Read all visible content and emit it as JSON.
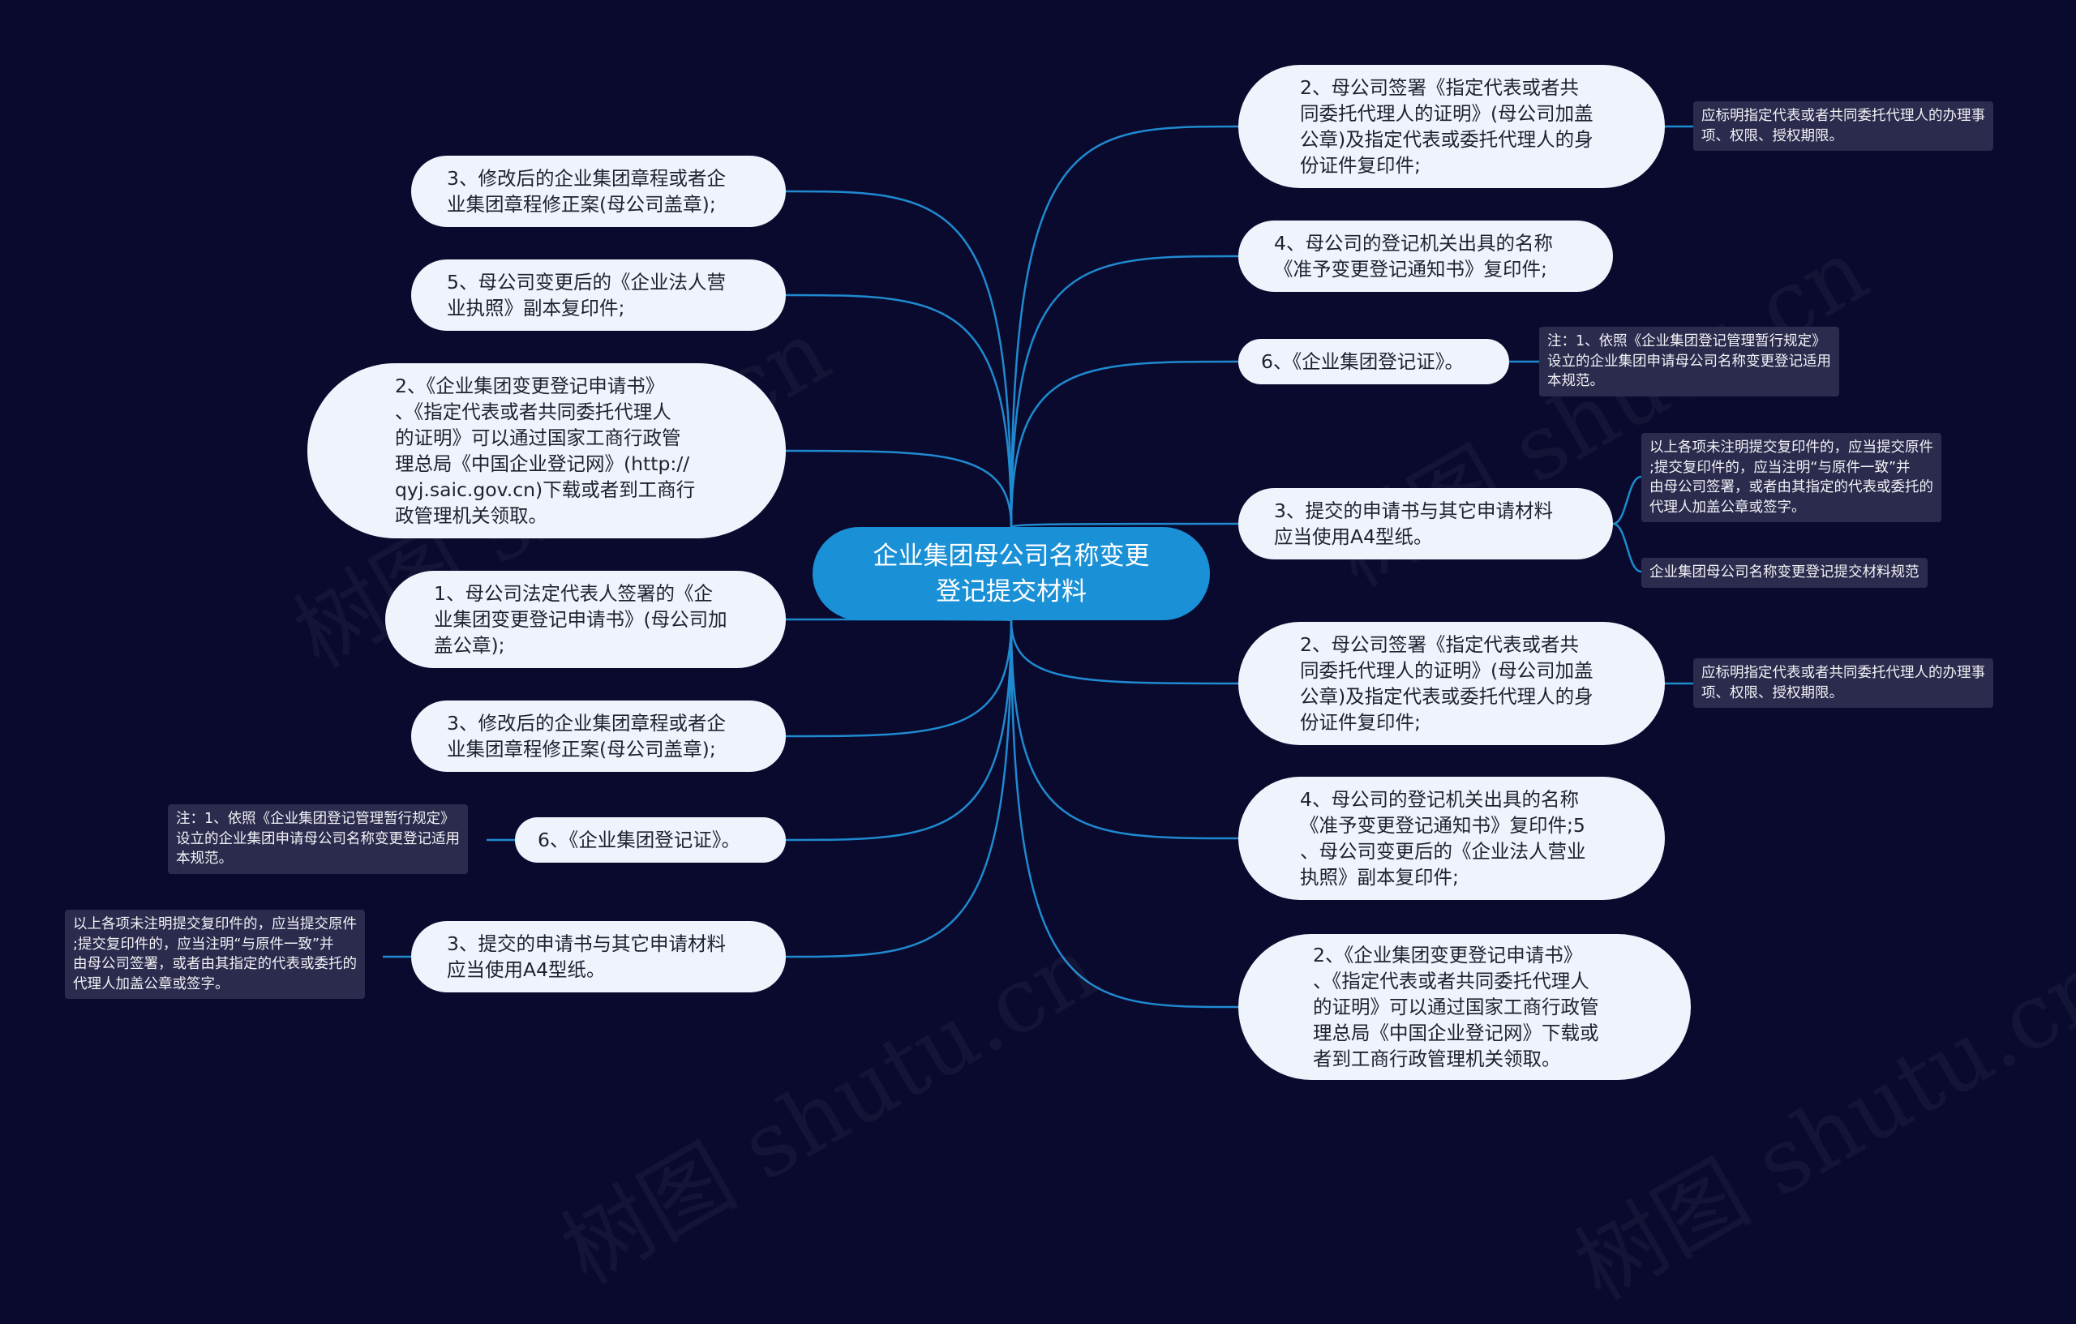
{
  "colors": {
    "background": "#0a0a2e",
    "root_fill": "#1a90d6",
    "node_fill": "#eef3fc",
    "note_fill": "#2b2b4e",
    "connector": "#1f8ad0"
  },
  "watermark": "树图 shutu.cn",
  "root": {
    "lines": [
      "企业集团母公司名称变更",
      "登记提交材料"
    ]
  },
  "right_nodes": [
    {
      "lines": [
        "2、母公司签署《指定代表或者共",
        "同委托代理人的证明》(母公司加盖",
        "公章)及指定代表或委托代理人的身",
        "份证件复印件;"
      ]
    },
    {
      "lines": [
        "4、母公司的登记机关出具的名称",
        "《准予变更登记通知书》复印件;"
      ]
    },
    {
      "lines": [
        "6、《企业集团登记证》。"
      ]
    },
    {
      "lines": [
        "3、提交的申请书与其它申请材料",
        "应当使用A4型纸。"
      ]
    },
    {
      "lines": [
        "2、母公司签署《指定代表或者共",
        "同委托代理人的证明》(母公司加盖",
        "公章)及指定代表或委托代理人的身",
        "份证件复印件;"
      ]
    },
    {
      "lines": [
        "4、母公司的登记机关出具的名称",
        "《准予变更登记通知书》复印件;5",
        "、母公司变更后的《企业法人营业",
        "执照》副本复印件;"
      ]
    },
    {
      "lines": [
        "2、《企业集团变更登记申请书》",
        "、《指定代表或者共同委托代理人",
        "的证明》可以通过国家工商行政管",
        "理总局《中国企业登记网》下载或",
        "者到工商行政管理机关领取。"
      ]
    }
  ],
  "left_nodes": [
    {
      "lines": [
        "3、修改后的企业集团章程或者企",
        "业集团章程修正案(母公司盖章);"
      ]
    },
    {
      "lines": [
        "5、母公司变更后的《企业法人营",
        "业执照》副本复印件;"
      ]
    },
    {
      "lines": [
        "2、《企业集团变更登记申请书》",
        "、《指定代表或者共同委托代理人",
        "的证明》可以通过国家工商行政管",
        "理总局《中国企业登记网》(http://",
        "qyj.saic.gov.cn)下载或者到工商行",
        "政管理机关领取。"
      ]
    },
    {
      "lines": [
        "1、母公司法定代表人签署的《企",
        "业集团变更登记申请书》(母公司加",
        "盖公章);"
      ]
    },
    {
      "lines": [
        "3、修改后的企业集团章程或者企",
        "业集团章程修正案(母公司盖章);"
      ]
    },
    {
      "lines": [
        "6、《企业集团登记证》。"
      ]
    },
    {
      "lines": [
        "3、提交的申请书与其它申请材料",
        "应当使用A4型纸。"
      ]
    }
  ],
  "notes": [
    {
      "lines": [
        "应标明指定代表或者共同委托代理人的办理事",
        "项、权限、授权期限。"
      ]
    },
    {
      "lines": [
        "注：1、依照《企业集团登记管理暂行规定》",
        "设立的企业集团申请母公司名称变更登记适用",
        "本规范。"
      ]
    },
    {
      "lines": [
        "以上各项未注明提交复印件的，应当提交原件",
        ";提交复印件的，应当注明“与原件一致”并",
        "由母公司签署，或者由其指定的代表或委托的",
        "代理人加盖公章或签字。"
      ]
    },
    {
      "lines": [
        "企业集团母公司名称变更登记提交材料规范"
      ]
    },
    {
      "lines": [
        "应标明指定代表或者共同委托代理人的办理事",
        "项、权限、授权期限。"
      ]
    },
    {
      "lines": [
        "注：1、依照《企业集团登记管理暂行规定》",
        "设立的企业集团申请母公司名称变更登记适用",
        "本规范。"
      ]
    },
    {
      "lines": [
        "以上各项未注明提交复印件的，应当提交原件",
        ";提交复印件的，应当注明“与原件一致”并",
        "由母公司签署，或者由其指定的代表或委托的",
        "代理人加盖公章或签字。"
      ]
    }
  ]
}
